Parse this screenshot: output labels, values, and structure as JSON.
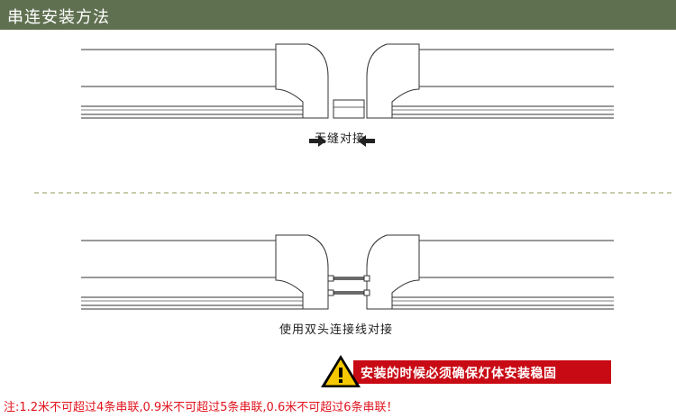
{
  "header": {
    "title": "串连安装方法"
  },
  "section_1": {
    "caption": "无缝对接"
  },
  "section_2": {
    "caption": "使用双头连接线对接"
  },
  "warning": {
    "text": "安装的时候必须确保灯体安装稳固",
    "icon": "warning-triangle-icon"
  },
  "note": {
    "text": "注:1.2米不可超过4条串联,0.9米不可超过5条串联,0.6米不可超过6条串联！"
  },
  "colors": {
    "header_bg": "#5f7050",
    "divider": "#8b9a57",
    "warning_red": "#c80a14",
    "note_red": "#e0141e"
  }
}
